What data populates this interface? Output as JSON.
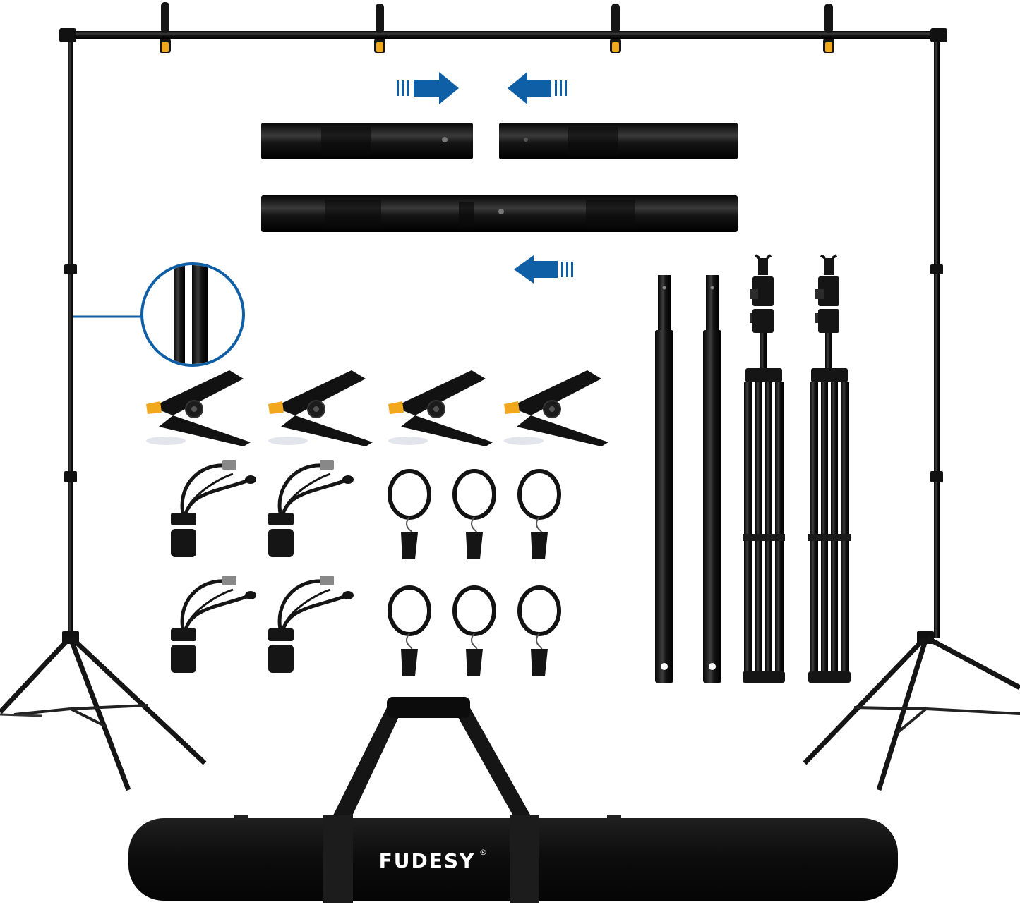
{
  "product": {
    "brand_logo": "FUDESY",
    "registered_mark": "®"
  },
  "colors": {
    "metal": "#141414",
    "metal_highlight": "#4a4a4a",
    "accent_blue": "#0f5fa6",
    "clip_orange": "#f2a81d",
    "bag": "#121212",
    "background": "#ffffff"
  },
  "icons": {
    "arrow_right": "arrow-right-icon",
    "arrow_left": "arrow-left-icon"
  },
  "contents": {
    "spring_clamps": 4,
    "sandbag_straps": 4,
    "curtain_ring_clips": 6,
    "crossbar_segments_shown": 2,
    "upright_poles": 2,
    "light_stands": 2,
    "carry_bags": 1
  }
}
